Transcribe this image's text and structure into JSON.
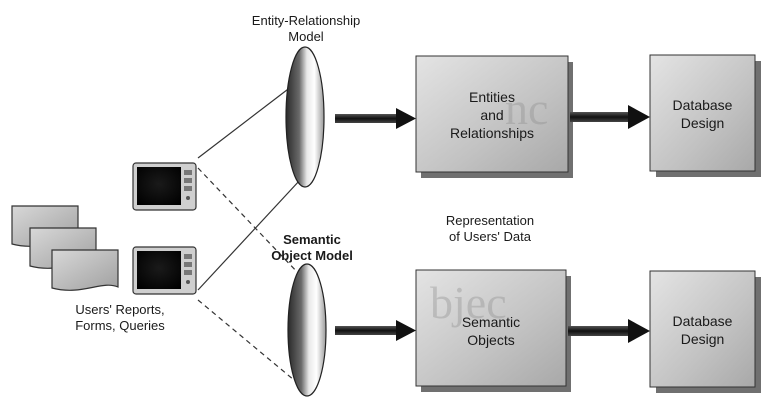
{
  "labels": {
    "er_model": [
      "Entity-Relationship",
      "Model"
    ],
    "semantic_model": [
      "Semantic",
      "Object Model"
    ],
    "representation": [
      "Representation",
      "of Users' Data"
    ],
    "users_inputs": [
      "Users' Reports,",
      "Forms, Queries"
    ]
  },
  "boxes": {
    "entities": [
      "Entities",
      "and",
      "Relationships"
    ],
    "db_design_top": [
      "Database",
      "Design"
    ],
    "semantic_objects": [
      "Semantic",
      "Objects"
    ],
    "db_design_bottom": [
      "Database",
      "Design"
    ]
  },
  "watermarks": {
    "entities": "nc",
    "semantic_objects": "bjec"
  }
}
